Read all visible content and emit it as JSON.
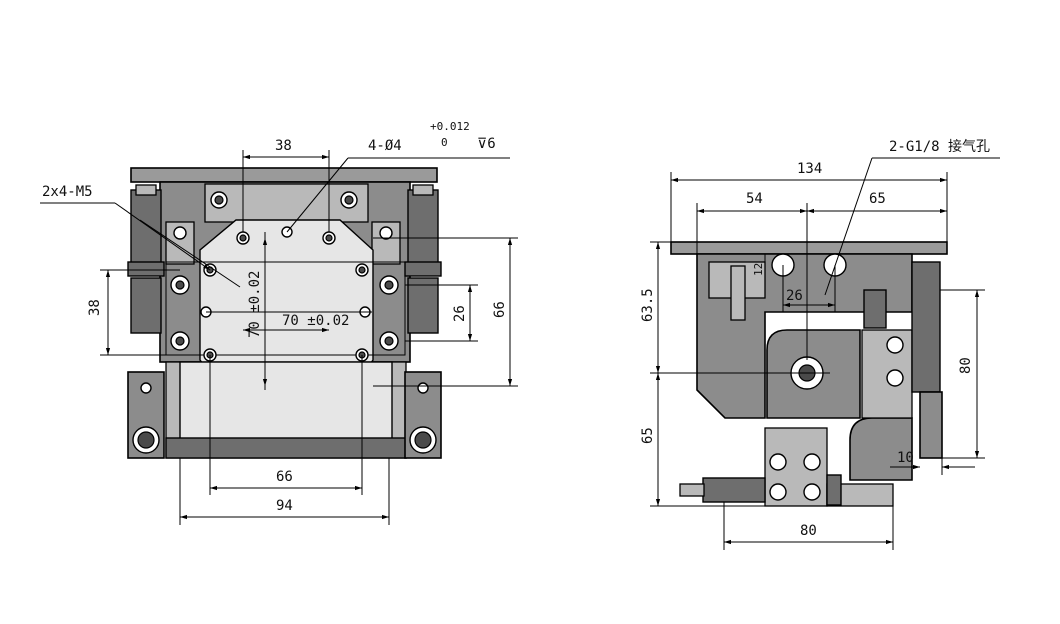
{
  "front_view": {
    "dim_38_top": "38",
    "hole_callout_prefix": "4-",
    "hole_callout_phi": "Ø",
    "hole_callout_dia": "4",
    "hole_tol_upper": "+0.012",
    "hole_tol_lower": "0",
    "hole_depth_symbol": "⊽",
    "hole_depth": "6",
    "thread_callout": "2x4-M5",
    "dim_38_left": "38",
    "dim_70_vertical": "70 ±0.02",
    "dim_70_horizontal": "70 ±0.02",
    "dim_26": "26",
    "dim_66_right": "66",
    "dim_66_bottom": "66",
    "dim_94": "94"
  },
  "side_view": {
    "port_callout": "2-G1/8 接气孔",
    "dim_134": "134",
    "dim_54": "54",
    "dim_65_top": "65",
    "dim_12": "12",
    "dim_26": "26",
    "dim_63_5": "63.5",
    "dim_65_left": "65",
    "dim_80_right": "80",
    "dim_10": "10",
    "dim_80_bottom": "80"
  }
}
